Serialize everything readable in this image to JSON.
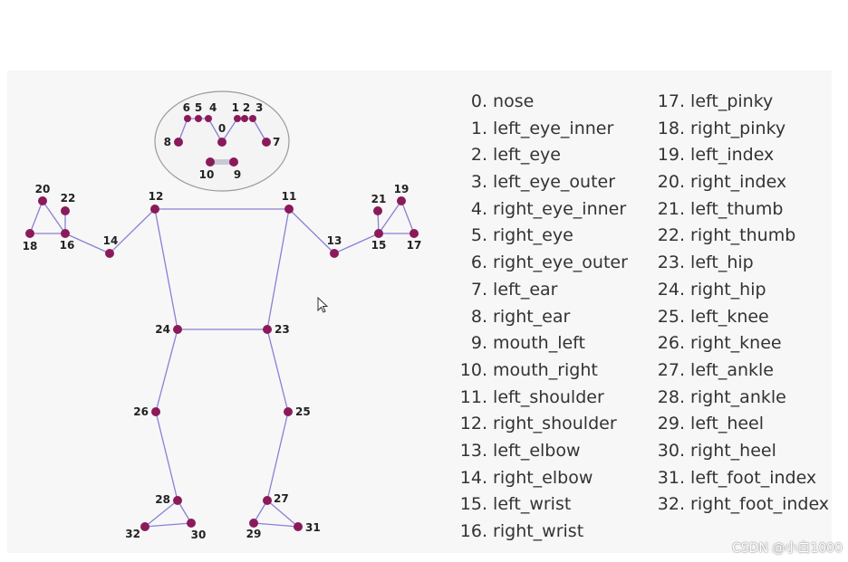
{
  "landmarks": [
    {
      "id": "0",
      "name": "nose"
    },
    {
      "id": "1",
      "name": "left_eye_inner"
    },
    {
      "id": "2",
      "name": "left_eye"
    },
    {
      "id": "3",
      "name": "left_eye_outer"
    },
    {
      "id": "4",
      "name": "right_eye_inner"
    },
    {
      "id": "5",
      "name": "right_eye"
    },
    {
      "id": "6",
      "name": "right_eye_outer"
    },
    {
      "id": "7",
      "name": "left_ear"
    },
    {
      "id": "8",
      "name": "right_ear"
    },
    {
      "id": "9",
      "name": "mouth_left"
    },
    {
      "id": "10",
      "name": "mouth_right"
    },
    {
      "id": "11",
      "name": "left_shoulder"
    },
    {
      "id": "12",
      "name": "right_shoulder"
    },
    {
      "id": "13",
      "name": "left_elbow"
    },
    {
      "id": "14",
      "name": "right_elbow"
    },
    {
      "id": "15",
      "name": "left_wrist"
    },
    {
      "id": "16",
      "name": "right_wrist"
    },
    {
      "id": "17",
      "name": "left_pinky"
    },
    {
      "id": "18",
      "name": "right_pinky"
    },
    {
      "id": "19",
      "name": "left_index"
    },
    {
      "id": "20",
      "name": "right_index"
    },
    {
      "id": "21",
      "name": "left_thumb"
    },
    {
      "id": "22",
      "name": "right_thumb"
    },
    {
      "id": "23",
      "name": "left_hip"
    },
    {
      "id": "24",
      "name": "right_hip"
    },
    {
      "id": "25",
      "name": "left_knee"
    },
    {
      "id": "26",
      "name": "right_knee"
    },
    {
      "id": "27",
      "name": "left_ankle"
    },
    {
      "id": "28",
      "name": "right_ankle"
    },
    {
      "id": "29",
      "name": "left_heel"
    },
    {
      "id": "30",
      "name": "right_heel"
    },
    {
      "id": "31",
      "name": "left_foot_index"
    },
    {
      "id": "32",
      "name": "right_foot_index"
    }
  ],
  "connections": [
    [
      "11",
      "12"
    ],
    [
      "11",
      "13"
    ],
    [
      "13",
      "15"
    ],
    [
      "15",
      "17"
    ],
    [
      "15",
      "19"
    ],
    [
      "17",
      "19"
    ],
    [
      "15",
      "21"
    ],
    [
      "12",
      "14"
    ],
    [
      "14",
      "16"
    ],
    [
      "16",
      "18"
    ],
    [
      "16",
      "20"
    ],
    [
      "18",
      "20"
    ],
    [
      "16",
      "22"
    ],
    [
      "11",
      "23"
    ],
    [
      "12",
      "24"
    ],
    [
      "23",
      "24"
    ],
    [
      "23",
      "25"
    ],
    [
      "25",
      "27"
    ],
    [
      "27",
      "29"
    ],
    [
      "27",
      "31"
    ],
    [
      "29",
      "31"
    ],
    [
      "24",
      "26"
    ],
    [
      "26",
      "28"
    ],
    [
      "28",
      "30"
    ],
    [
      "28",
      "32"
    ],
    [
      "30",
      "32"
    ],
    [
      "0",
      "1"
    ],
    [
      "1",
      "2"
    ],
    [
      "2",
      "3"
    ],
    [
      "3",
      "7"
    ],
    [
      "0",
      "4"
    ],
    [
      "4",
      "5"
    ],
    [
      "5",
      "6"
    ],
    [
      "6",
      "8"
    ],
    [
      "9",
      "10"
    ]
  ],
  "colors": {
    "point": "#8b1a5a",
    "line": "#8a7fd6",
    "mouth": "#c9c9d6",
    "legend_text": "#333333"
  },
  "watermark": "CSDN @小白1000"
}
